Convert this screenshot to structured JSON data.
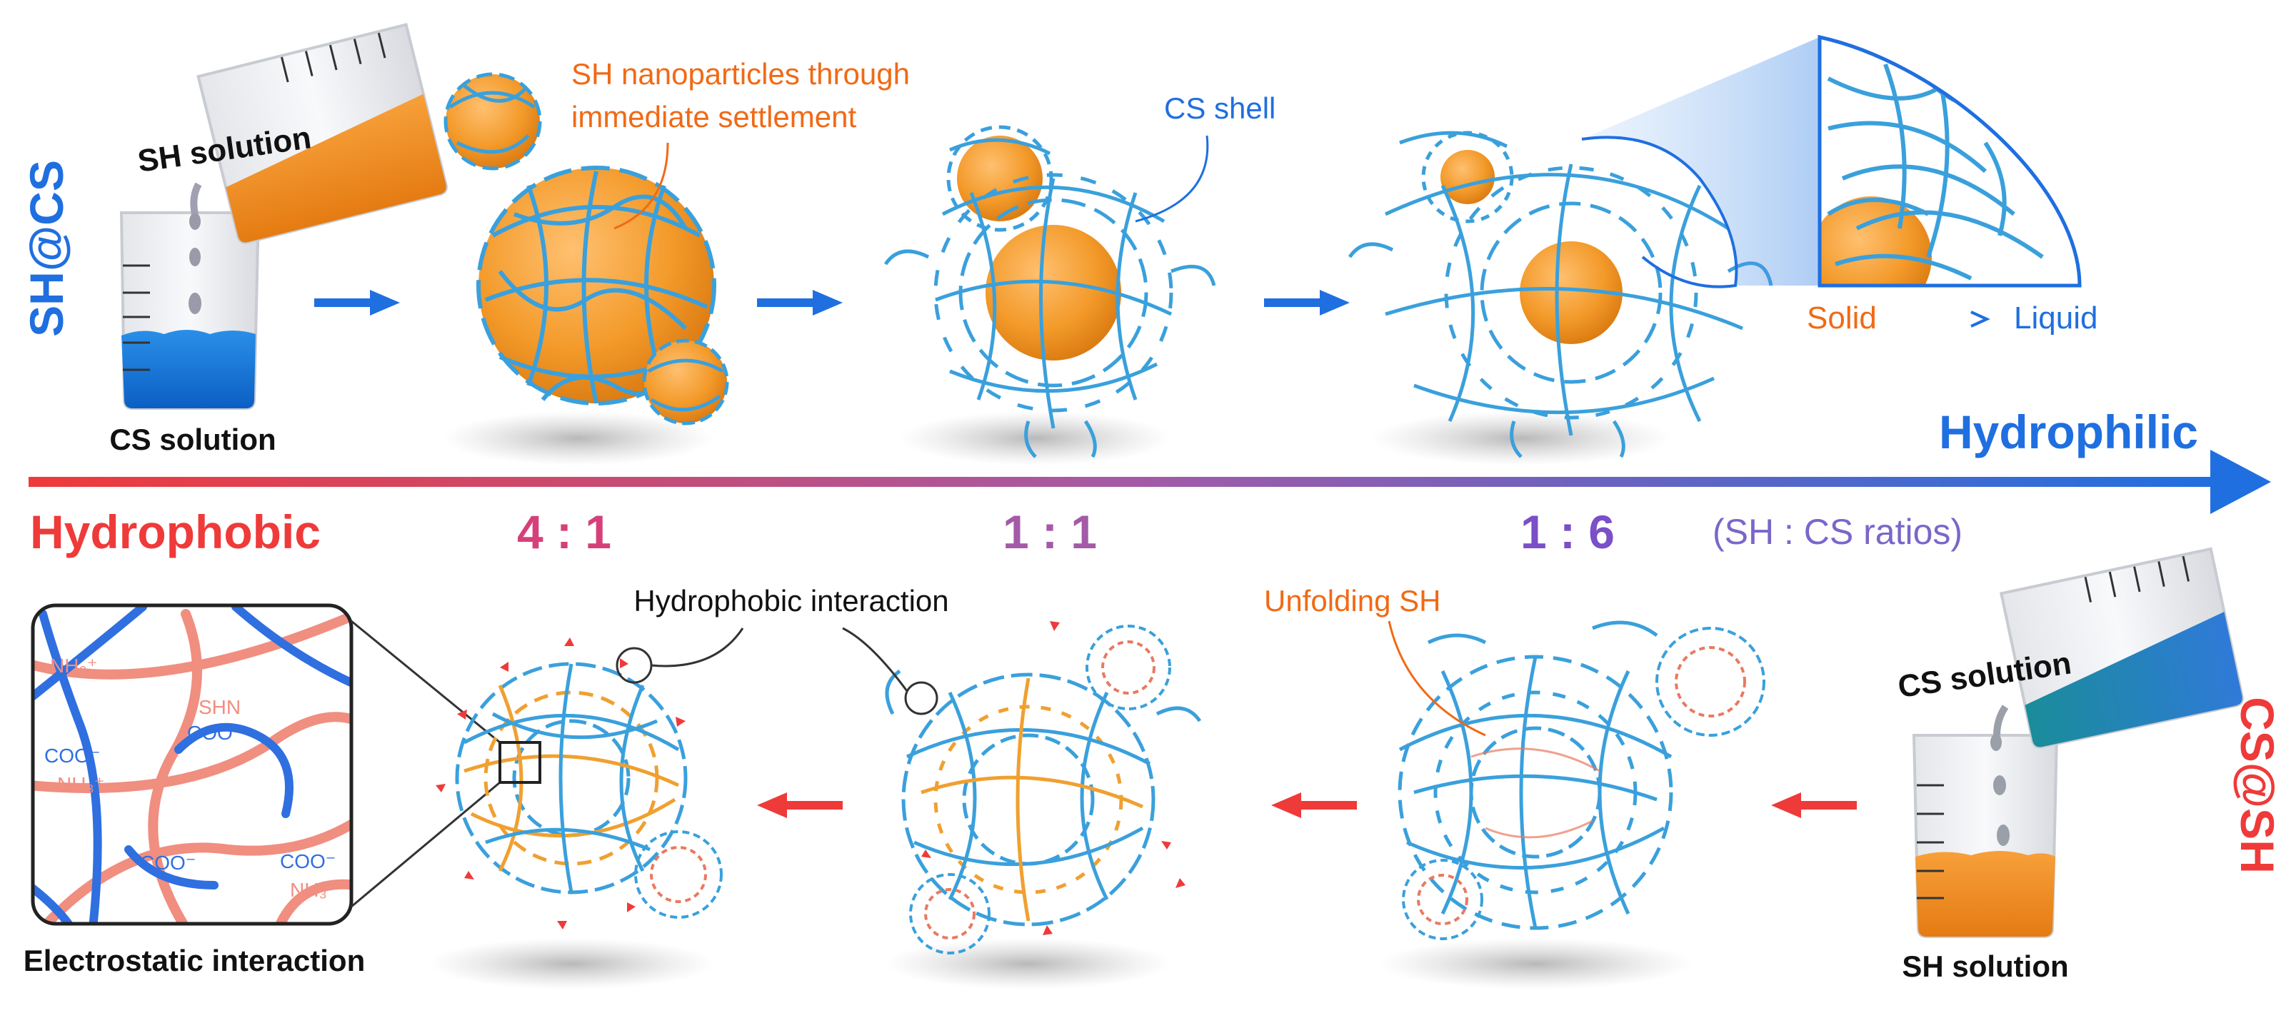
{
  "labels": {
    "sh_at_cs": "SH@CS",
    "cs_at_sh": "CS@SH",
    "sh_solution_top": "SH solution",
    "cs_solution_top": "CS solution",
    "sh_nano_line1": "SH nanoparticles through",
    "sh_nano_line2": "immediate settlement",
    "cs_shell": "CS shell",
    "solid": "Solid",
    "liquid": "Liquid",
    "hydrophilic": "Hydrophilic",
    "hydrophobic": "Hydrophobic",
    "ratio_4_1": "4 : 1",
    "ratio_1_1": "1 : 1",
    "ratio_1_6": "1 : 6",
    "ratios_note": "(SH : CS ratios)",
    "hydrophobic_interaction": "Hydrophobic interaction",
    "unfolding_sh": "Unfolding SH",
    "cs_solution_bottom": "CS solution",
    "sh_solution_bottom": "SH solution",
    "electrostatic": "Electrostatic interaction"
  },
  "chem": {
    "nh3_a": "NH₃⁺",
    "shn": "SHN",
    "coo_a": "COO⁻",
    "coo_b": "COO",
    "nh3_b": "NH₃⁺",
    "coo_c": "COO⁻",
    "coo_d": "COO⁻",
    "nh3_c": "NH₃⁺"
  },
  "colors": {
    "blue": "#1f6fe0",
    "fiber_blue": "#3aa0dc",
    "orange": "#f08a1c",
    "red": "#ef3a3a",
    "salmon": "#f08e80",
    "pink": "#d6407a",
    "purple_mid": "#a45aa8",
    "purple": "#7a4fc8",
    "purple_light": "#7b66c9"
  }
}
